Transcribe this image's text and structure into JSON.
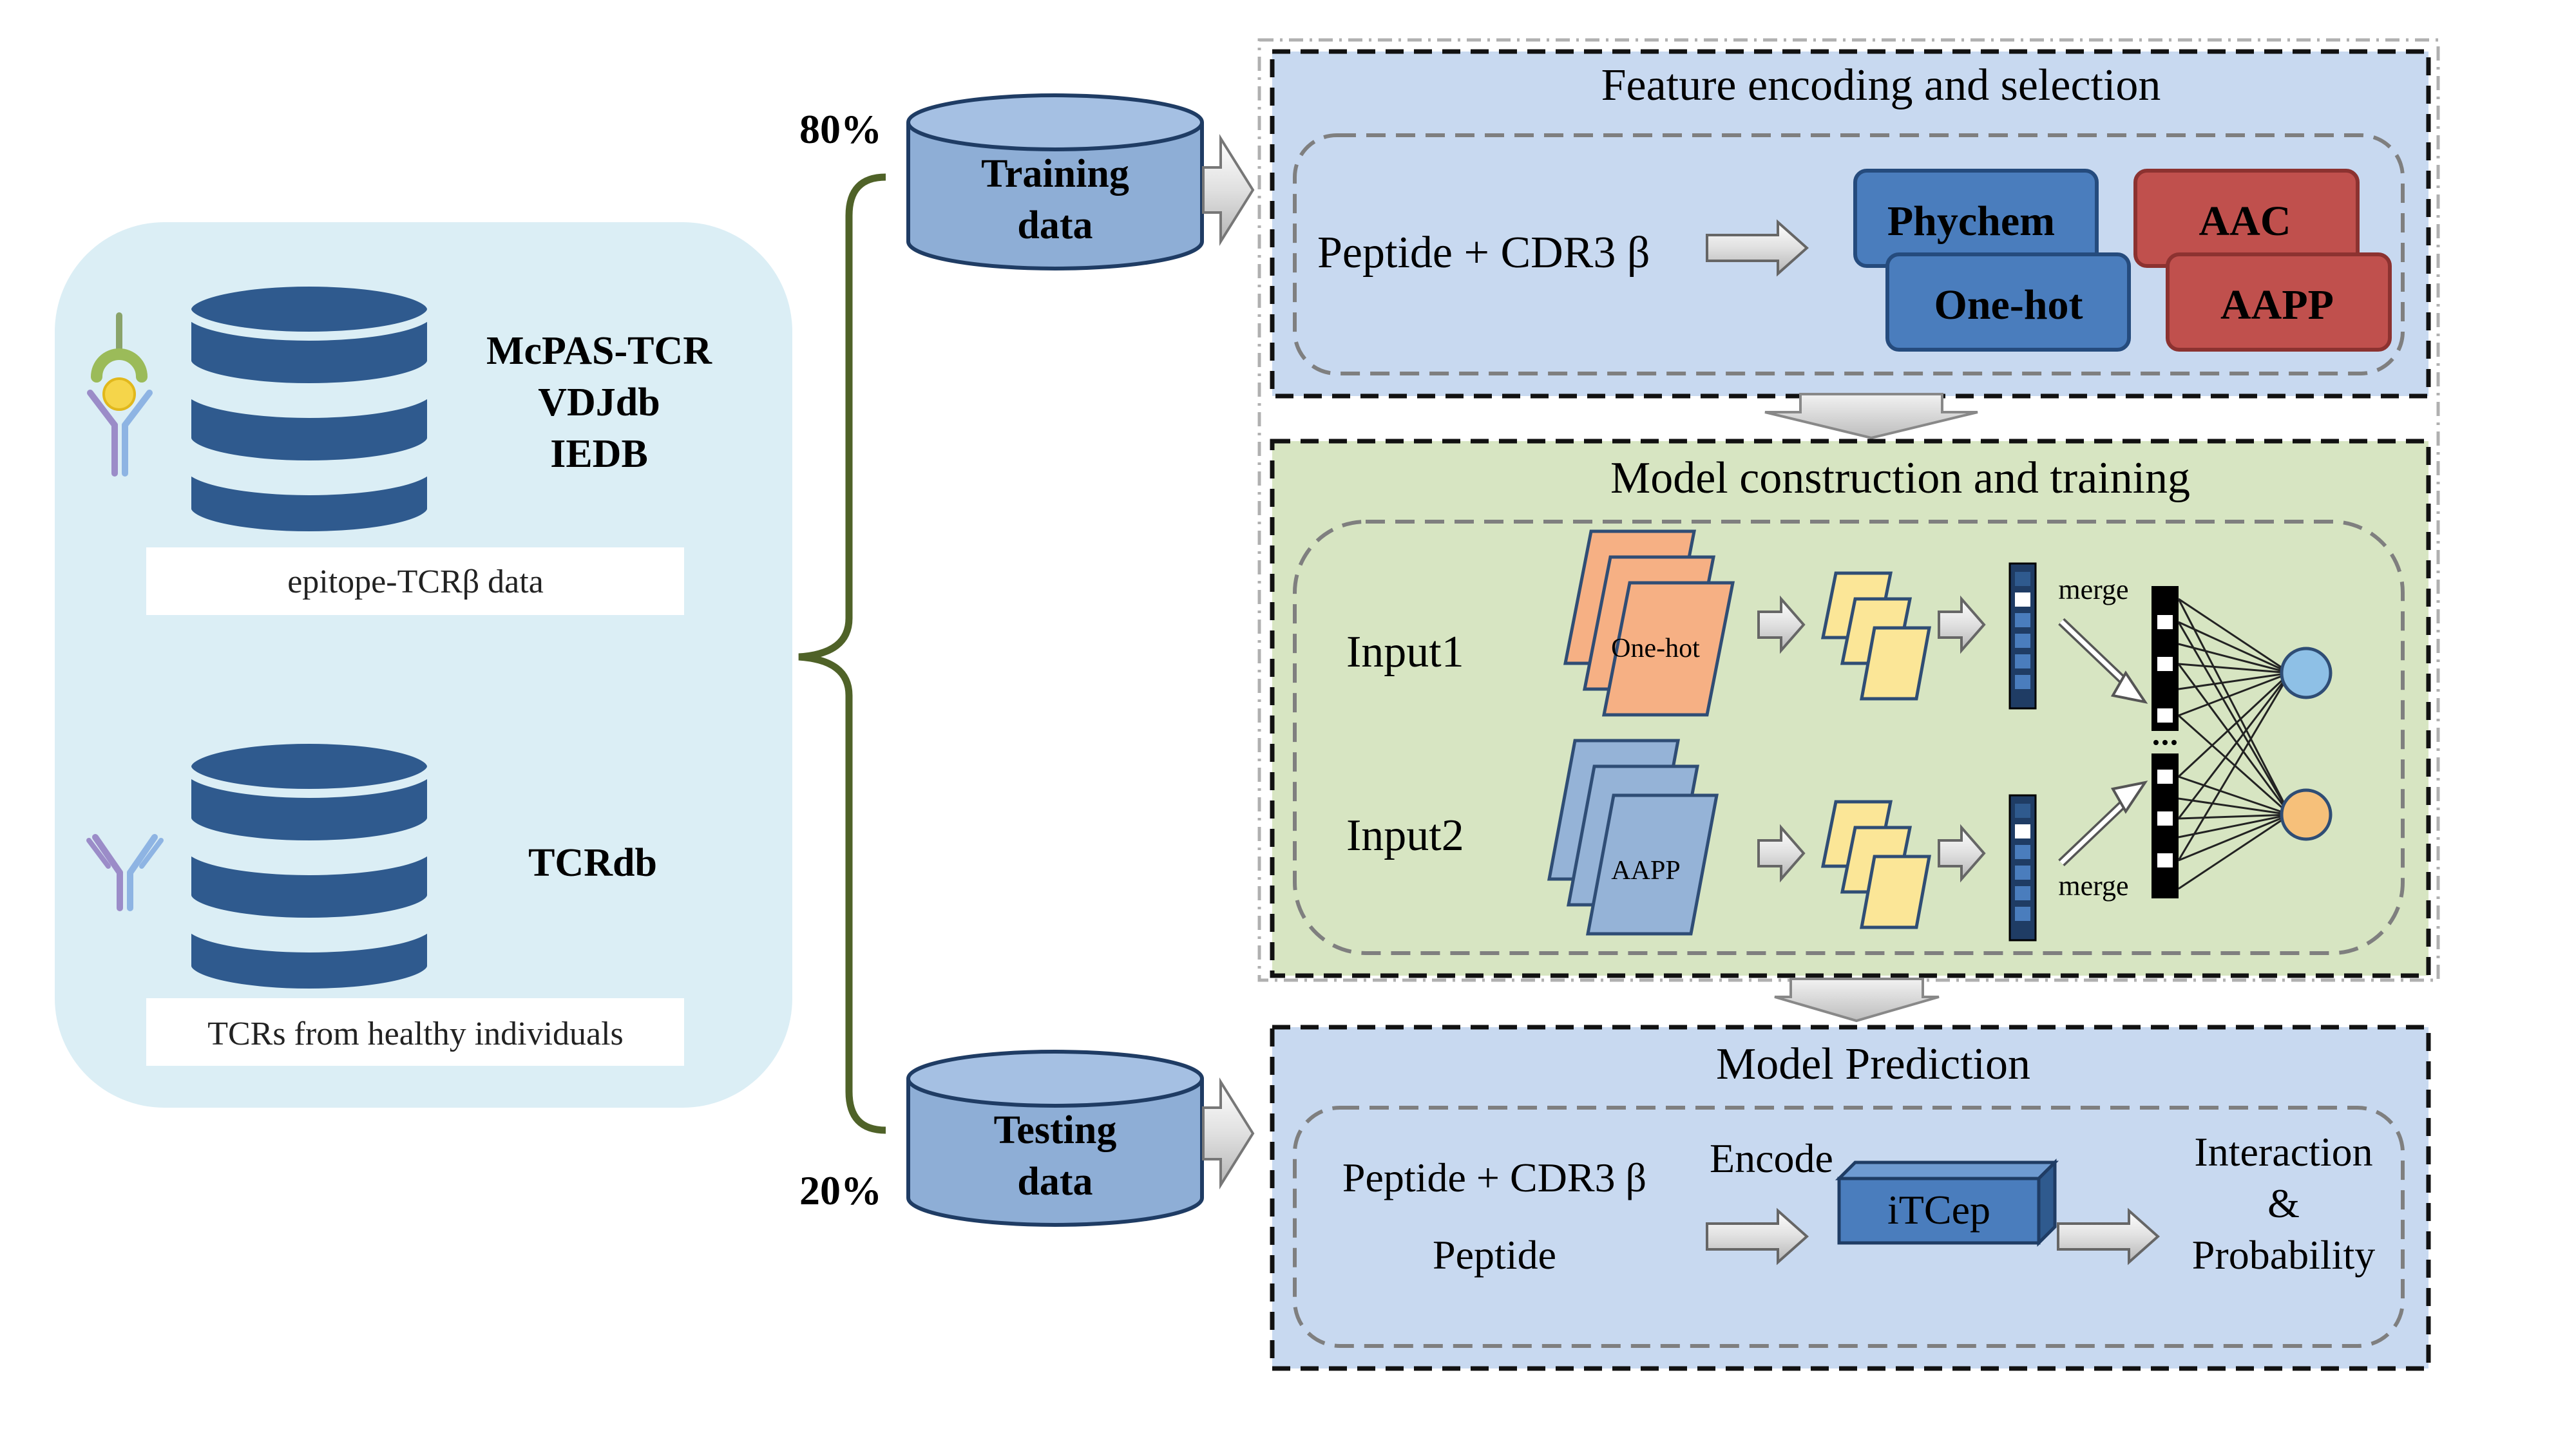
{
  "datasets": {
    "positive_sources": [
      "McPAS-TCR",
      "VDJdb",
      "IEDB"
    ],
    "positive_label": "epitope-TCRβ data",
    "negative_source": "TCRdb",
    "negative_label": "TCRs from healthy individuals"
  },
  "split": {
    "train_percent": "80%",
    "test_percent": "20%",
    "training_line1": "Training",
    "training_line2": "data",
    "testing_line1": "Testing",
    "testing_line2": "data"
  },
  "feature_panel": {
    "title": "Feature encoding and selection",
    "input": "Peptide + CDR3 β",
    "features": [
      "Phychem",
      "One-hot",
      "AAC",
      "AAPP"
    ]
  },
  "model_panel": {
    "title": "Model construction and training",
    "input1": "Input1",
    "input2": "Input2",
    "stack1_label": "One-hot",
    "stack2_label": "AAPP",
    "merge_top": "merge",
    "merge_bottom": "merge"
  },
  "prediction_panel": {
    "title": "Model Prediction",
    "input_line1": "Peptide + CDR3 β",
    "input_line2": "Peptide",
    "encode_label": "Encode",
    "model_name": "iTCep",
    "output_line1": "Interaction",
    "output_line2": "&",
    "output_line3": "Probability"
  },
  "colors": {
    "database": "#2f5a8e",
    "left_panel": "#dbeef5",
    "blue_panel": "#c8d9f0",
    "green_panel": "#d7e5c2",
    "feature_blue": "#4a7dbd",
    "feature_red": "#c0504d",
    "bracket": "#4f6228",
    "orange_map": "#f6b084",
    "blue_map": "#95b3d7",
    "yellow_map": "#fbe697"
  }
}
